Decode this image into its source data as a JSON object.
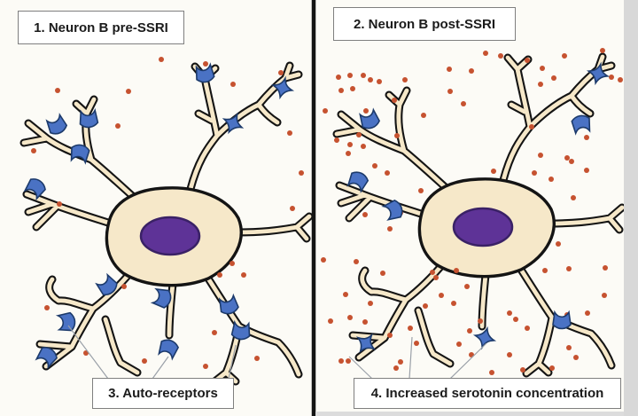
{
  "figure": {
    "type": "two-panel neuron diagram",
    "topic": "Effect of SSRI on serotonin concentration at Neuron B"
  },
  "colors": {
    "background": "#fcfbf6",
    "outline": "#141414",
    "soma_fill": "#f6e8c9",
    "nucleus_fill": "#5e3397",
    "nucleus_outline": "#3a2166",
    "receptor_fill": "#4a72c4",
    "receptor_outline": "#1c3a6b",
    "serotonin_dot": "#c65230",
    "leader_line": "#9aa0a8",
    "divider": "#141414",
    "box_border": "#7f7f7f",
    "edge_strip": "#d8d8d8"
  },
  "panels": {
    "left": {
      "label": "1. Neuron B pre-SSRI",
      "caption": "3. Auto-receptors",
      "dots": [
        [
          182,
          67
        ],
        [
          232,
          72
        ],
        [
          263,
          95
        ],
        [
          317,
          82
        ],
        [
          65,
          102
        ],
        [
          145,
          103
        ],
        [
          133,
          142
        ],
        [
          327,
          150
        ],
        [
          38,
          170
        ],
        [
          340,
          195
        ],
        [
          67,
          230
        ],
        [
          330,
          235
        ],
        [
          262,
          297
        ],
        [
          248,
          310
        ],
        [
          275,
          310
        ],
        [
          140,
          323
        ],
        [
          53,
          347
        ],
        [
          242,
          375
        ],
        [
          97,
          398
        ],
        [
          163,
          407
        ],
        [
          232,
          413
        ],
        [
          290,
          404
        ]
      ],
      "receptors": [
        [
          64,
          141,
          -25,
          "cup"
        ],
        [
          100,
          134,
          -5,
          "cup"
        ],
        [
          90,
          173,
          190,
          "cup"
        ],
        [
          40,
          212,
          215,
          "cup"
        ],
        [
          231,
          83,
          -10,
          "cup"
        ],
        [
          319,
          99,
          15,
          "star"
        ],
        [
          263,
          139,
          25,
          "star"
        ],
        [
          121,
          322,
          320,
          "cup"
        ],
        [
          183,
          336,
          285,
          "cup"
        ],
        [
          258,
          344,
          -15,
          "cup"
        ],
        [
          75,
          363,
          265,
          "cup"
        ],
        [
          190,
          393,
          200,
          "cup"
        ],
        [
          272,
          373,
          5,
          "cup"
        ],
        [
          53,
          402,
          215,
          "cup"
        ]
      ],
      "leaders": [
        [
          122,
          427,
          77,
          367
        ],
        [
          172,
          427,
          190,
          402
        ],
        [
          258,
          427,
          266,
          389
        ]
      ]
    },
    "right": {
      "label": "2. Neuron B post-SSRI",
      "caption": "4. Increased serotonin concentration",
      "dots": [
        [
          367,
          125
        ],
        [
          382,
          87
        ],
        [
          385,
          102
        ],
        [
          395,
          85
        ],
        [
          398,
          100
        ],
        [
          410,
          85
        ],
        [
          418,
          90
        ],
        [
          428,
          92
        ],
        [
          445,
          113
        ],
        [
          457,
          90
        ],
        [
          478,
          130
        ],
        [
          507,
          78
        ],
        [
          508,
          103
        ],
        [
          523,
          117
        ],
        [
          532,
          80
        ],
        [
          548,
          60
        ],
        [
          565,
          63
        ],
        [
          595,
          68
        ],
        [
          612,
          77
        ],
        [
          625,
          88
        ],
        [
          637,
          63
        ],
        [
          680,
          57
        ],
        [
          690,
          87
        ],
        [
          700,
          90
        ],
        [
          610,
          95
        ],
        [
          600,
          143
        ],
        [
          662,
          155
        ],
        [
          610,
          175
        ],
        [
          640,
          178
        ],
        [
          645,
          182
        ],
        [
          662,
          192
        ],
        [
          622,
          202
        ],
        [
          557,
          193
        ],
        [
          603,
          195
        ],
        [
          647,
          223
        ],
        [
          413,
          125
        ],
        [
          405,
          152
        ],
        [
          380,
          158
        ],
        [
          395,
          163
        ],
        [
          410,
          165
        ],
        [
          448,
          153
        ],
        [
          393,
          173
        ],
        [
          423,
          187
        ],
        [
          437,
          195
        ],
        [
          475,
          215
        ],
        [
          412,
          242
        ],
        [
          445,
          233
        ],
        [
          452,
          240
        ],
        [
          440,
          258
        ],
        [
          630,
          275
        ],
        [
          365,
          293
        ],
        [
          402,
          295
        ],
        [
          488,
          307
        ],
        [
          492,
          313
        ],
        [
          515,
          305
        ],
        [
          527,
          323
        ],
        [
          498,
          333
        ],
        [
          512,
          342
        ],
        [
          390,
          332
        ],
        [
          418,
          342
        ],
        [
          373,
          362
        ],
        [
          395,
          358
        ],
        [
          463,
          370
        ],
        [
          470,
          387
        ],
        [
          542,
          362
        ],
        [
          530,
          373
        ],
        [
          518,
          388
        ],
        [
          532,
          400
        ],
        [
          385,
          407
        ],
        [
          393,
          407
        ],
        [
          452,
          408
        ],
        [
          555,
          420
        ],
        [
          432,
          308
        ],
        [
          412,
          363
        ],
        [
          440,
          378
        ],
        [
          447,
          415
        ],
        [
          615,
          305
        ],
        [
          642,
          303
        ],
        [
          683,
          302
        ],
        [
          682,
          333
        ],
        [
          575,
          353
        ],
        [
          582,
          360
        ],
        [
          595,
          370
        ],
        [
          640,
          355
        ],
        [
          663,
          353
        ],
        [
          642,
          392
        ],
        [
          650,
          403
        ],
        [
          575,
          400
        ],
        [
          590,
          417
        ],
        [
          623,
          415
        ],
        [
          480,
          345
        ]
      ],
      "receptors": [
        [
          417,
          135,
          -20,
          "cup"
        ],
        [
          404,
          204,
          205,
          "cup"
        ],
        [
          675,
          83,
          15,
          "star"
        ],
        [
          656,
          140,
          170,
          "cup"
        ],
        [
          634,
          361,
          0,
          "cup"
        ],
        [
          413,
          387,
          35,
          "star"
        ],
        [
          547,
          381,
          195,
          "star"
        ],
        [
          444,
          237,
          250,
          "cup"
        ]
      ],
      "leaders": [
        [
          420,
          427,
          394,
          402
        ],
        [
          462,
          427,
          465,
          380
        ],
        [
          508,
          427,
          549,
          387
        ]
      ]
    }
  }
}
